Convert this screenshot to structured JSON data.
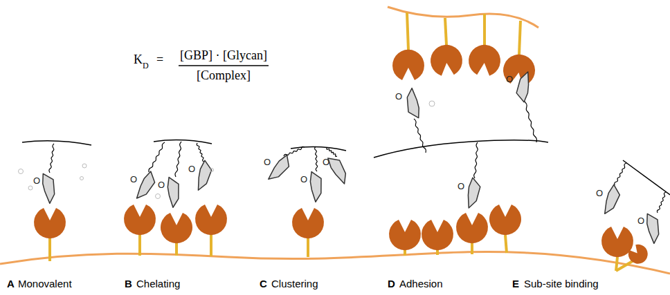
{
  "diagram": {
    "labels": [
      "K",
      "D",
      "=",
      "[GBP] · [Glycan]",
      "[Complex]",
      "O",
      "O",
      "O",
      "O",
      "O",
      "O",
      "O",
      "O",
      "O",
      "O",
      "O",
      "O",
      "A",
      "Monovalent",
      "B",
      "Chelating",
      "C",
      "Clustering",
      "D",
      "Adhesion",
      "E",
      "Sub-site binding"
    ]
  }
}
